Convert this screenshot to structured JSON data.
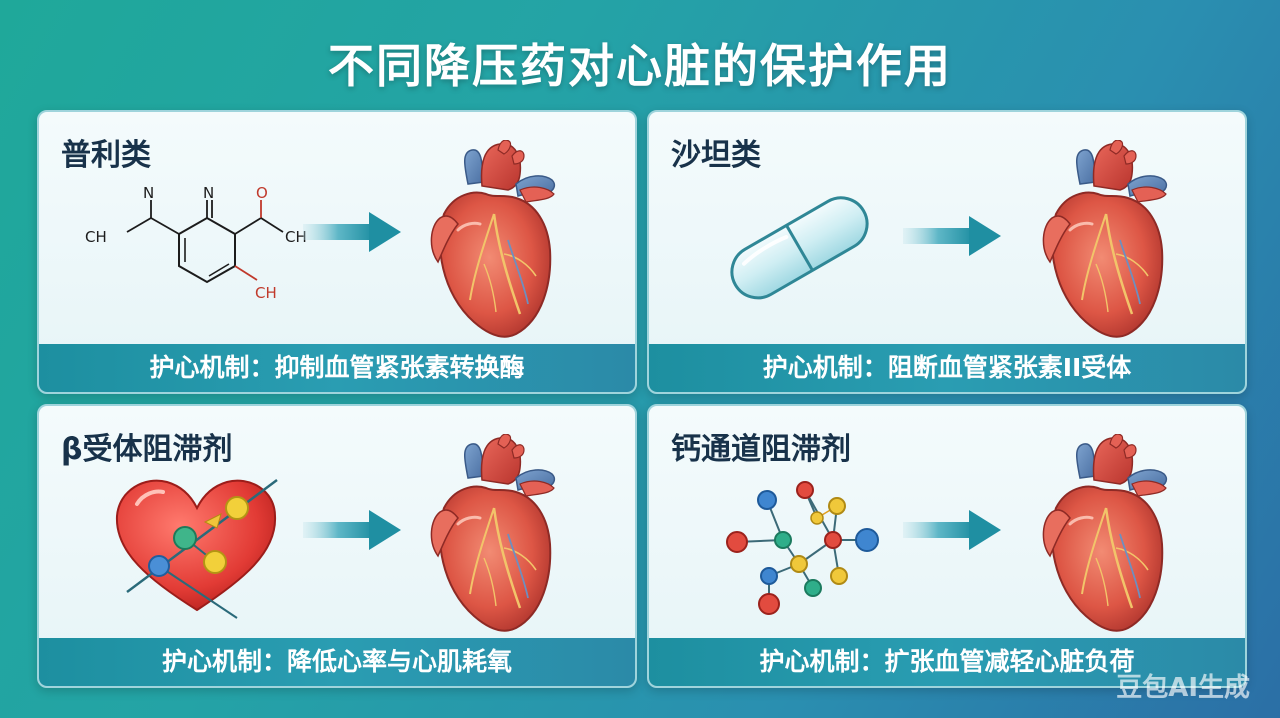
{
  "title": "不同降压药对心脏的保护作用",
  "cards": [
    {
      "name": "普利类",
      "mechanism": "护心机制：抑制血管紧张素转换酶",
      "chem_labels": {
        "n1": "N",
        "n2": "N",
        "o": "O",
        "ch_left": "CH",
        "ch_right": "CH",
        "ch_bottom": "CH"
      }
    },
    {
      "name": "沙坦类",
      "mechanism": "护心机制：阻断血管紧张素II受体"
    },
    {
      "name": "β受体阻滞剂",
      "mechanism": "护心机制：降低心率与心肌耗氧"
    },
    {
      "name": "钙通道阻滞剂",
      "mechanism": "护心机制：扩张血管减轻心脏负荷"
    }
  ],
  "watermark": "豆包AI生成",
  "colors": {
    "heart_red": "#d9473d",
    "vessel_blue": "#5b86b8",
    "arrow_teal": "#1f93a5",
    "mech_bar": "#1d8fa0"
  },
  "icons": [
    "chemical-structure-icon",
    "capsule-icon",
    "heart-molecule-icon",
    "molecule-network-icon",
    "anatomical-heart-icon",
    "right-arrow-icon"
  ]
}
